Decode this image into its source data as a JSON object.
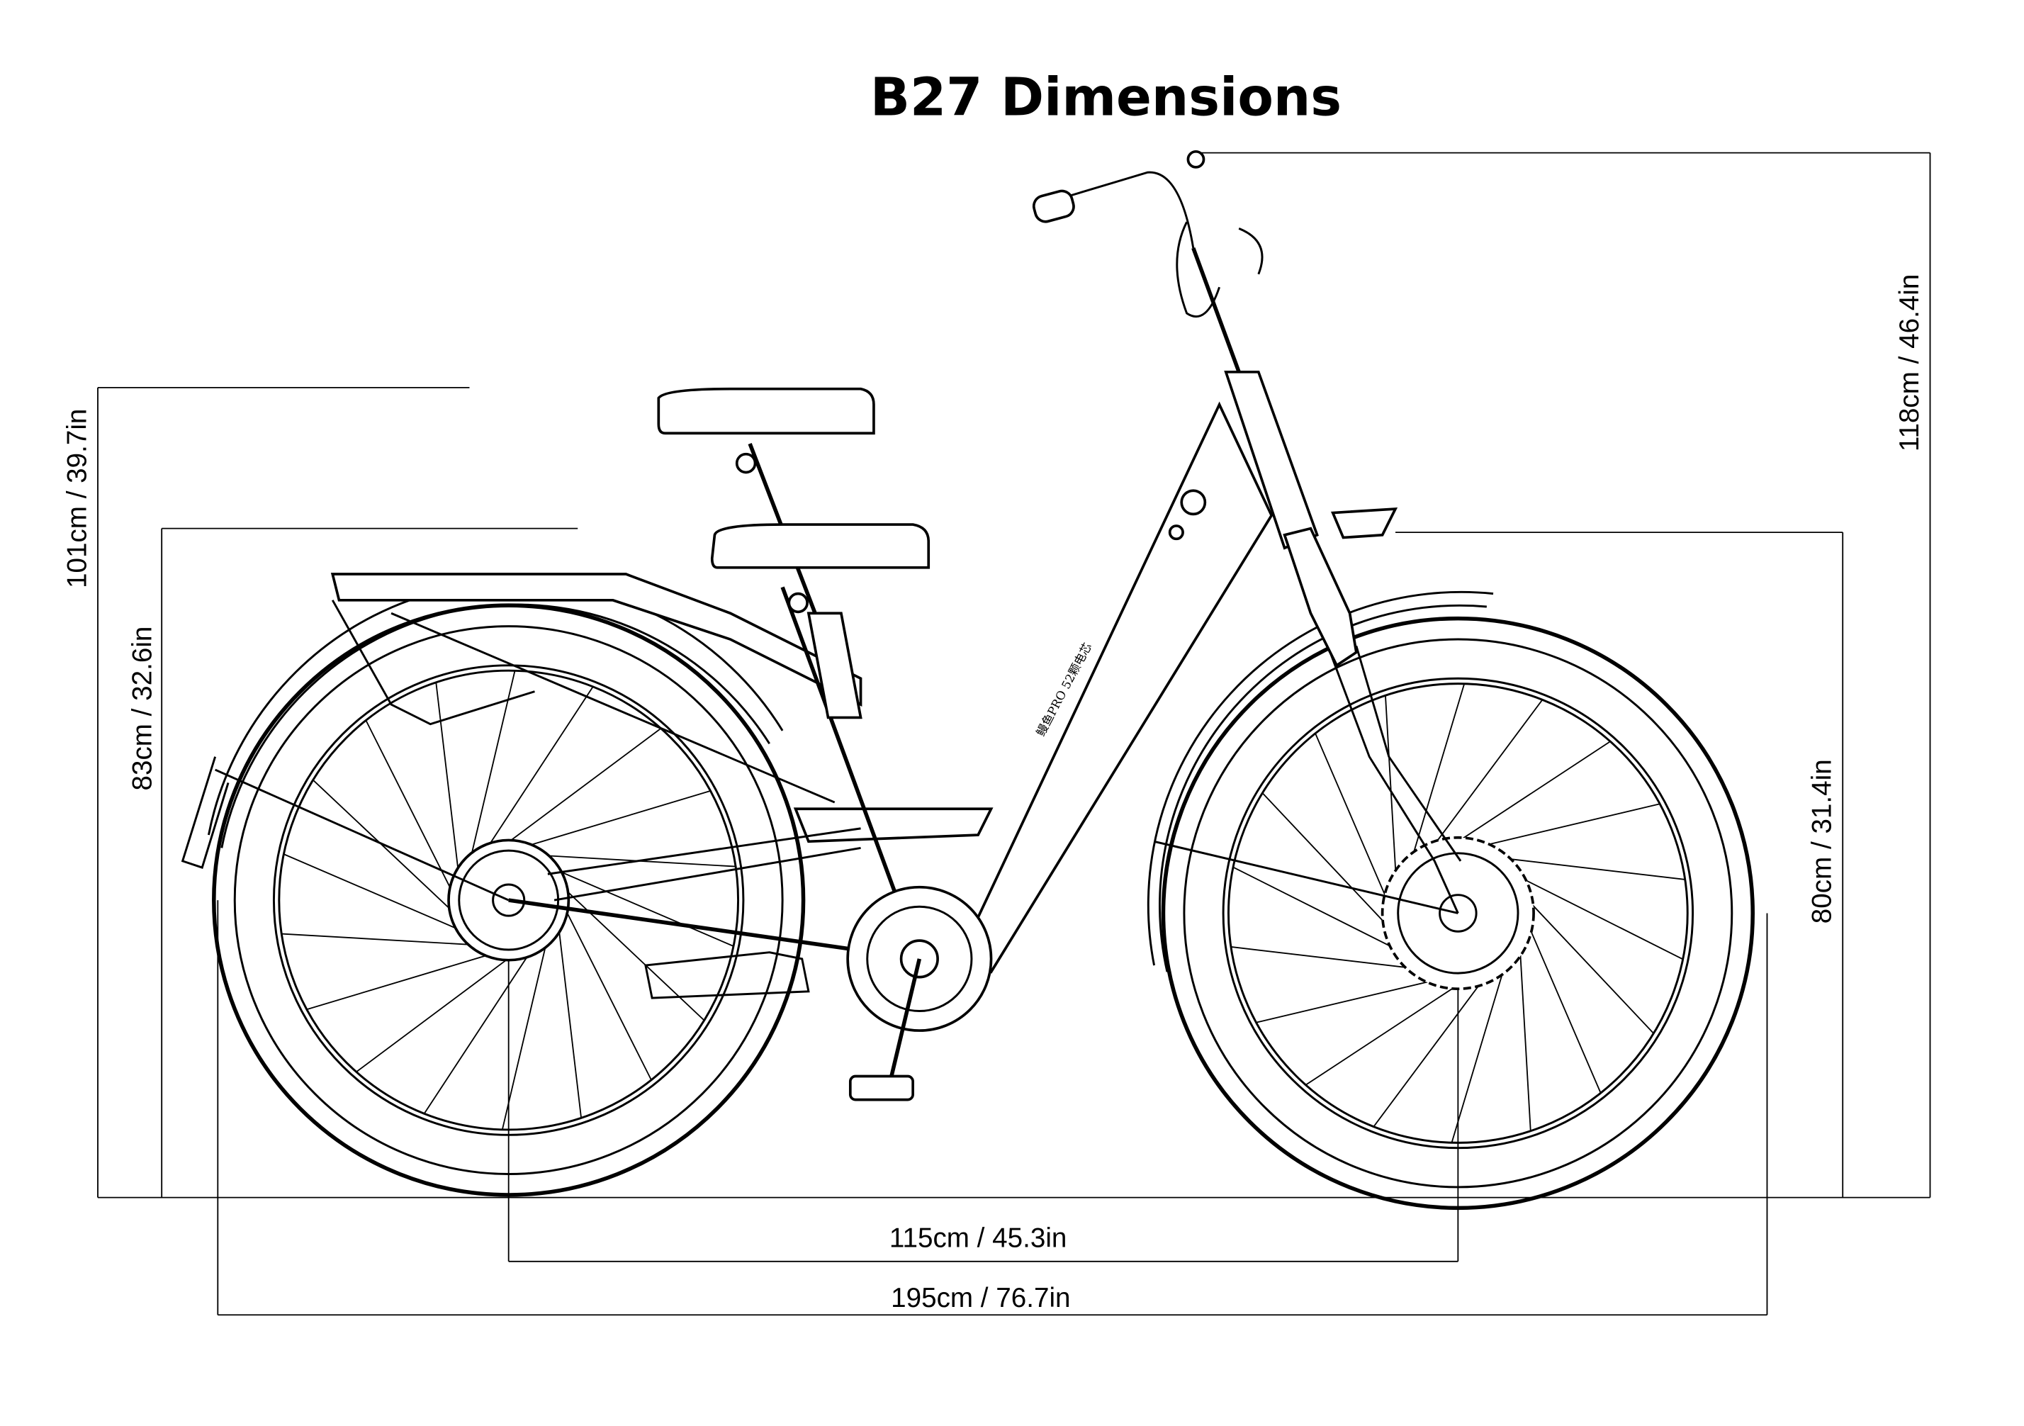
{
  "title": "B27  Dimensions",
  "frame_label": "鳗鱼PRO 52颗电芯",
  "dimensions": {
    "seat_height_max": "101cm / 39.7in",
    "seat_height_min": "83cm / 32.6in",
    "overall_height": "118cm / 46.4in",
    "front_height": "80cm / 31.4in",
    "wheelbase": "115cm / 45.3in",
    "overall_length": "195cm / 76.7in"
  }
}
